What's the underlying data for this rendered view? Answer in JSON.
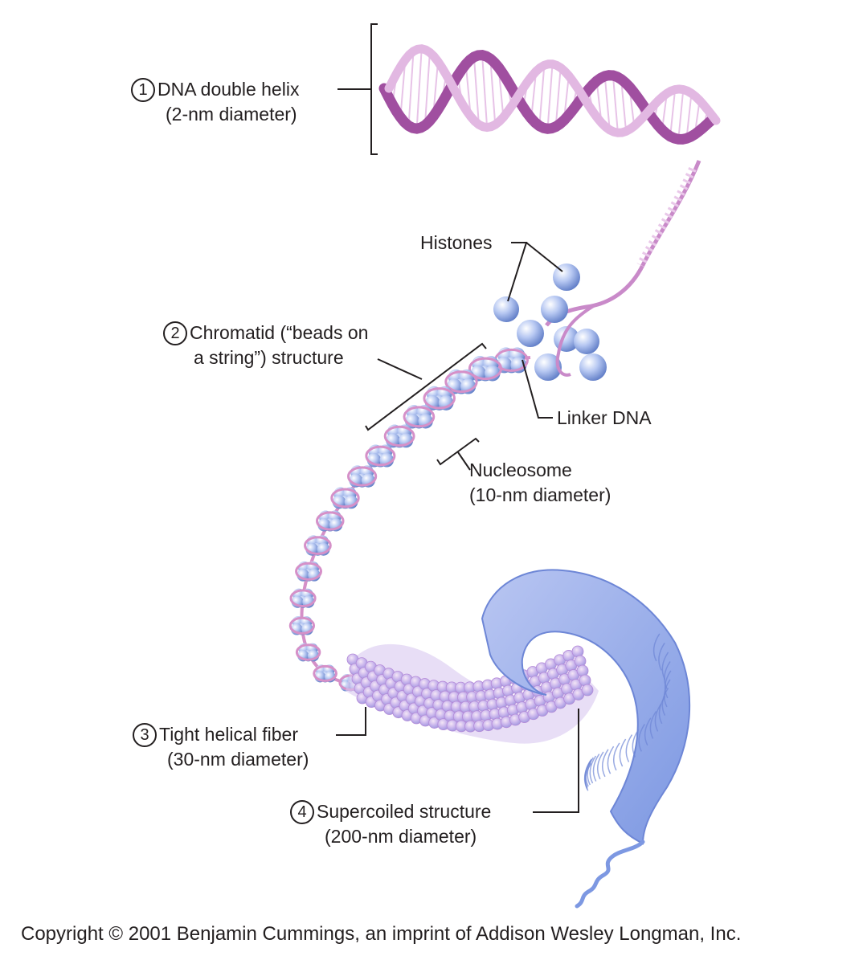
{
  "labels": {
    "dna": {
      "number": "1",
      "line1": "DNA double helix",
      "line2": "(2-nm diameter)"
    },
    "histones": "Histones",
    "chromatid": {
      "number": "2",
      "line1": "Chromatid (“beads on",
      "line2": "a string”) structure"
    },
    "linker": "Linker DNA",
    "nucleosome": {
      "line1": "Nucleosome",
      "line2": "(10-nm diameter)"
    },
    "fiber": {
      "number": "3",
      "line1": "Tight helical fiber",
      "line2": "(30-nm diameter)"
    },
    "supercoil": {
      "number": "4",
      "line1": "Supercoiled structure",
      "line2": "(200-nm diameter)"
    }
  },
  "copyright": "Copyright © 2001 Benjamin Cummings, an imprint of Addison Wesley Longman, Inc.",
  "colors": {
    "dna_dark": "#a04fa0",
    "dna_light": "#e2b8e2",
    "bead": "#9fb6ea",
    "bead_dark": "#5a78c4",
    "fiber": "#a6a8e8",
    "supercoil": "#8da8ea",
    "linework": "#231f20"
  }
}
